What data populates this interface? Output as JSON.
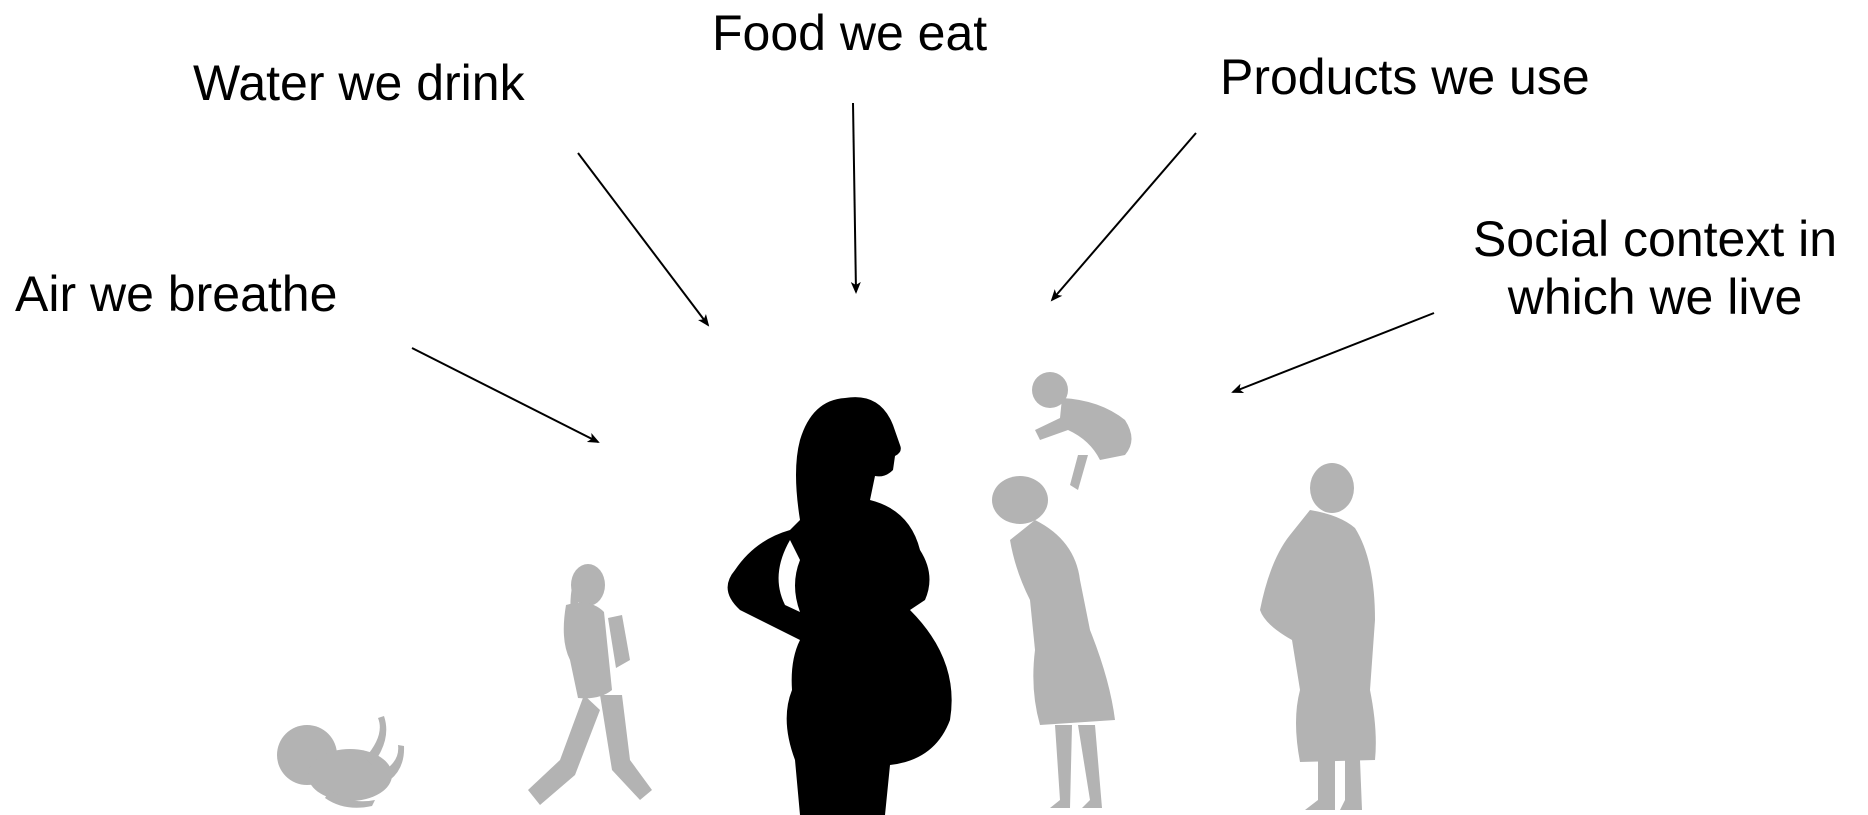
{
  "labels": {
    "food": "Food we eat",
    "water": "Water we drink",
    "products": "Products we use",
    "air": "Air we breathe",
    "social_line1": "Social context in",
    "social_line2": "which we live"
  },
  "figures": [
    {
      "name": "fetus",
      "color": "#b3b3b3"
    },
    {
      "name": "child",
      "color": "#b3b3b3"
    },
    {
      "name": "pregnant-woman",
      "color": "#000000"
    },
    {
      "name": "mother-lifting-baby",
      "color": "#b3b3b3"
    },
    {
      "name": "elderly-woman",
      "color": "#b3b3b3"
    }
  ]
}
